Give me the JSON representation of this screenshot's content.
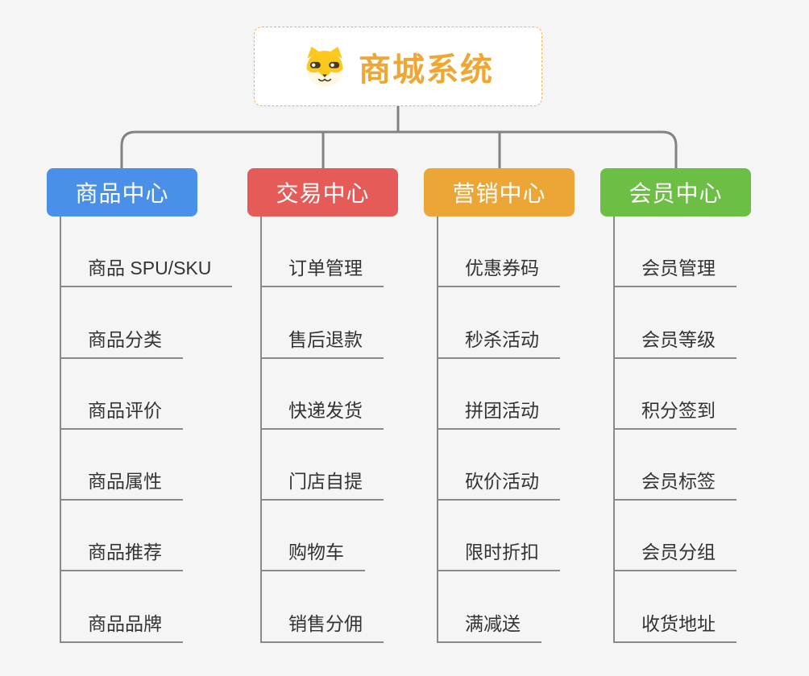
{
  "root": {
    "title": "商城系统",
    "icon": "shiba-dog-icon"
  },
  "branches": [
    {
      "label": "商品中心",
      "color": "#4a90e8",
      "children": [
        "商品 SPU/SKU",
        "商品分类",
        "商品评价",
        "商品属性",
        "商品推荐",
        "商品品牌"
      ]
    },
    {
      "label": "交易中心",
      "color": "#e45b58",
      "children": [
        "订单管理",
        "售后退款",
        "快递发货",
        "门店自提",
        "购物车",
        "销售分佣"
      ]
    },
    {
      "label": "营销中心",
      "color": "#eca636",
      "children": [
        "优惠券码",
        "秒杀活动",
        "拼团活动",
        "砍价活动",
        "限时折扣",
        "满减送"
      ]
    },
    {
      "label": "会员中心",
      "color": "#6cbe44",
      "children": [
        "会员管理",
        "会员等级",
        "积分签到",
        "会员标签",
        "会员分组",
        "收货地址"
      ]
    }
  ],
  "colors": {
    "root_accent": "#f0a632",
    "root_border": "#f3b257",
    "connector_gray": "#828282",
    "child_text": "#333333",
    "background": "#f5f5f6"
  }
}
